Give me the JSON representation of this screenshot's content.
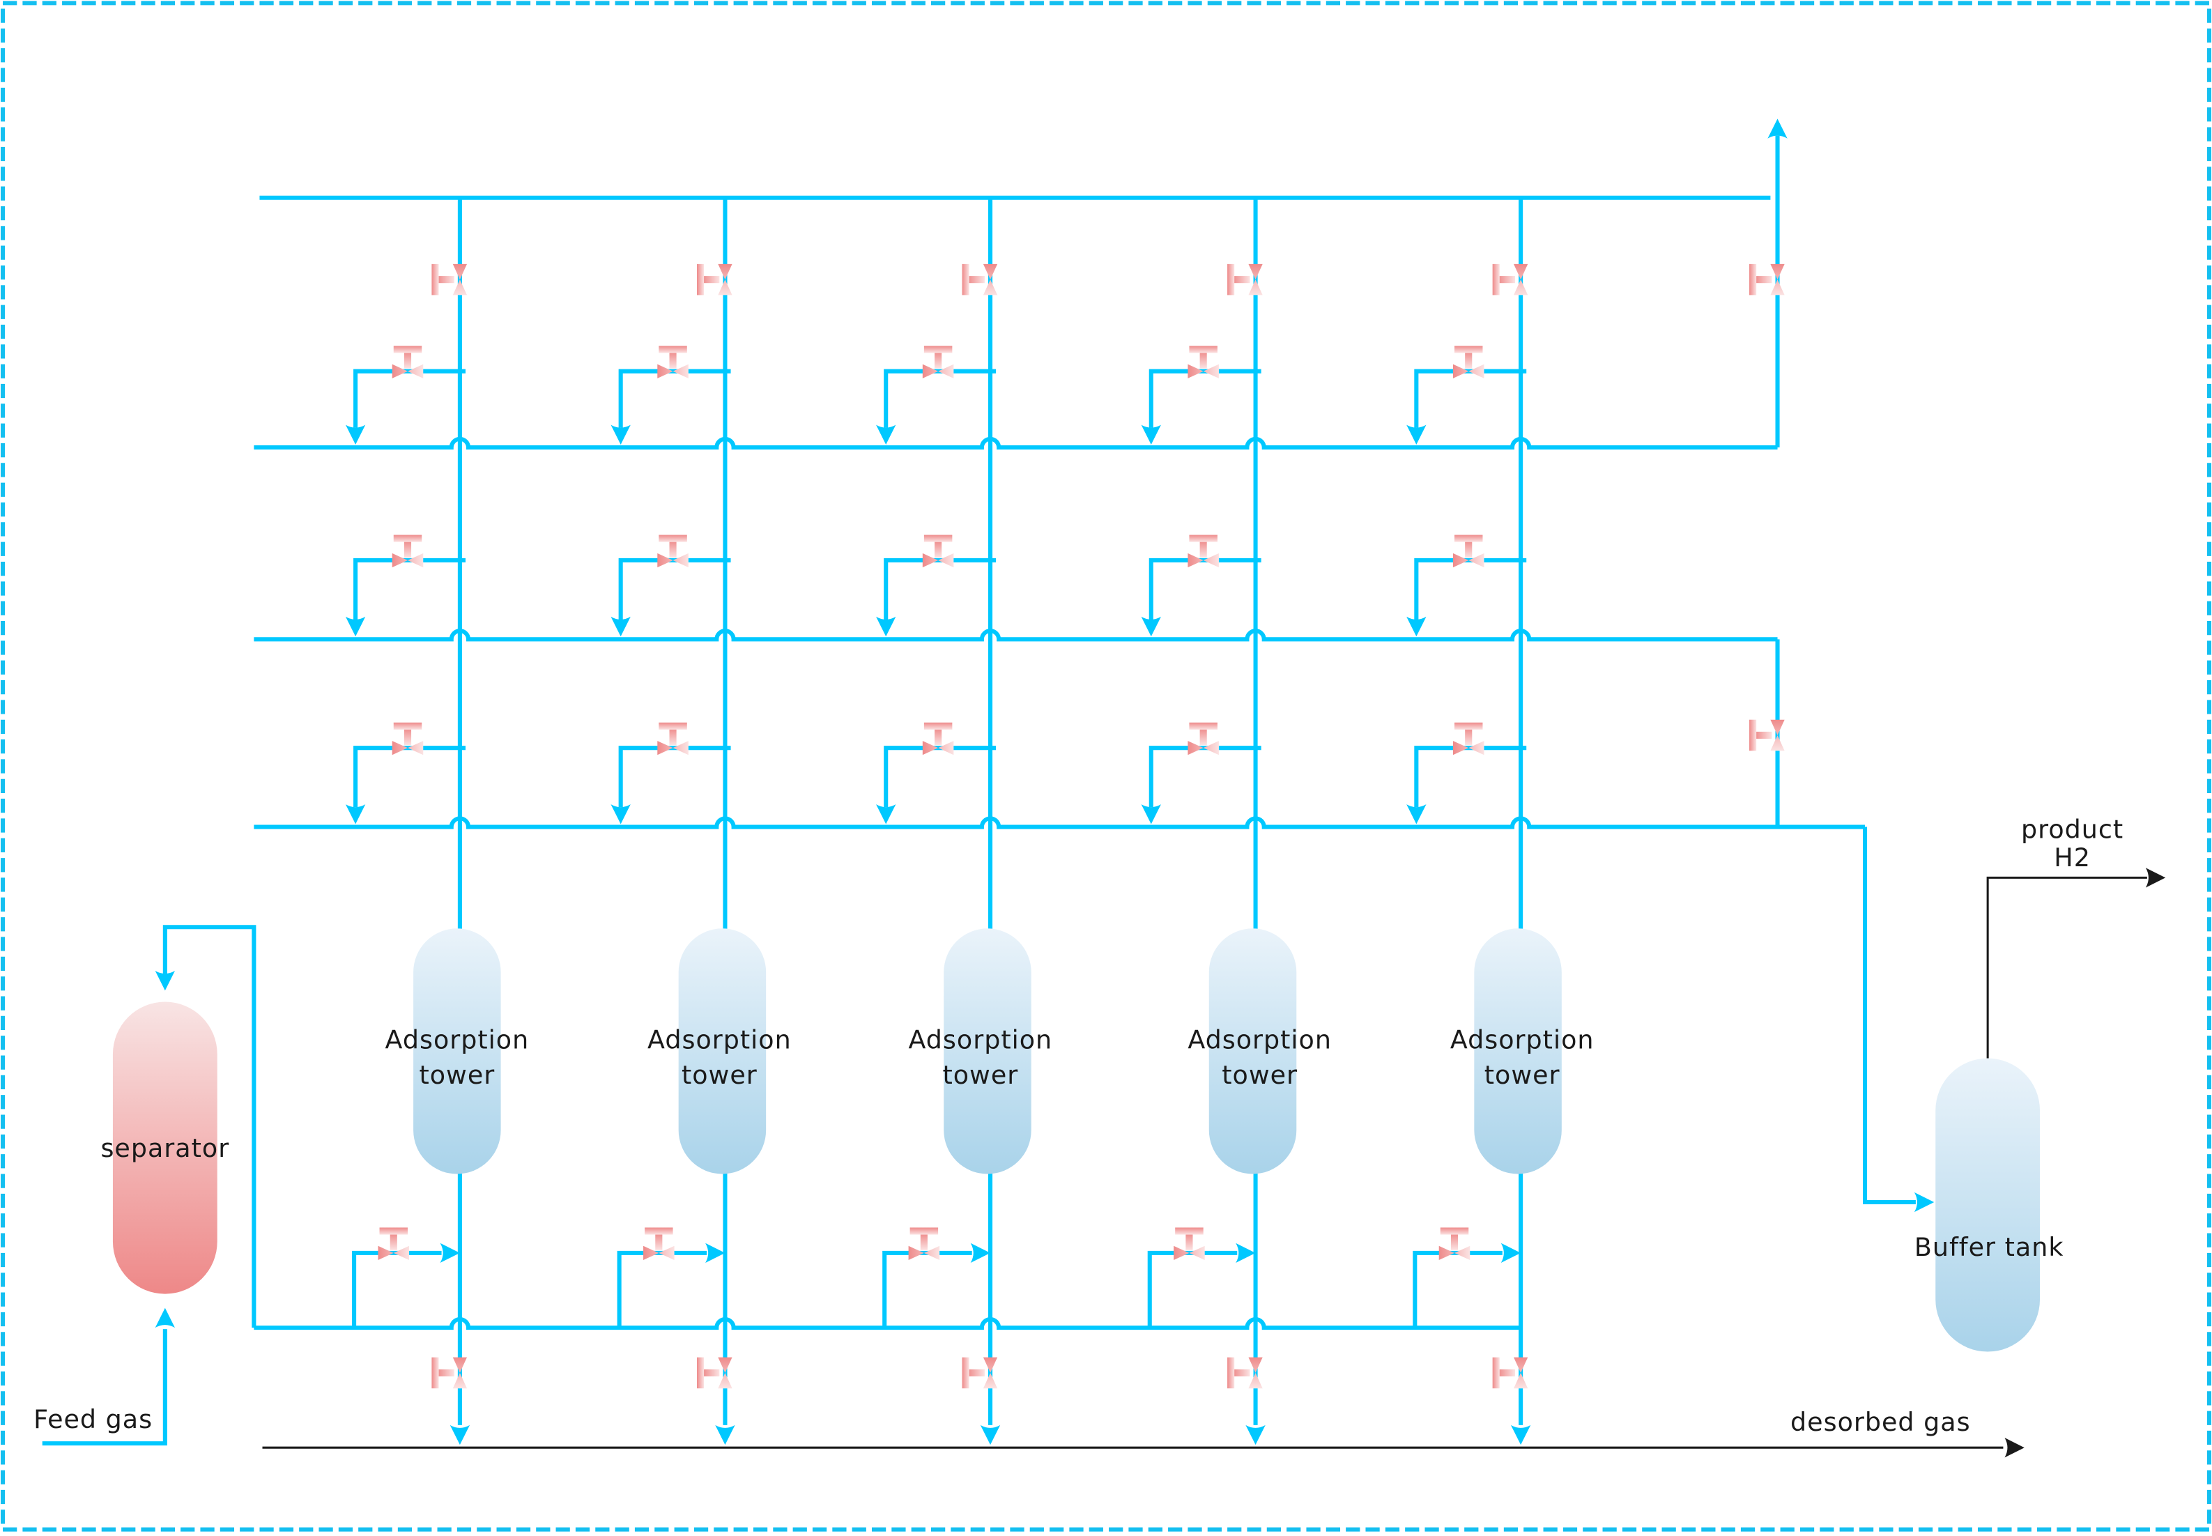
{
  "title": "PSA hydrogen purification process flow diagram",
  "colors": {
    "pipe": "#00c8ff",
    "frame": "#14bff0",
    "valve_dark": "#ee8a8a",
    "valve_light": "#fbe3e3",
    "tower_top": "#eaf3fa",
    "tower_bottom": "#a9d3ea",
    "separator_top": "#f8e4e4",
    "separator_bottom": "#ee8888",
    "text": "#1a1a1a",
    "product_line": "#1a1a1a"
  },
  "equipment": {
    "separator": {
      "label": "separator"
    },
    "towers": [
      {
        "label_line1": "Adsorption",
        "label_line2": "tower"
      },
      {
        "label_line1": "Adsorption",
        "label_line2": "tower"
      },
      {
        "label_line1": "Adsorption",
        "label_line2": "tower"
      },
      {
        "label_line1": "Adsorption",
        "label_line2": "tower"
      },
      {
        "label_line1": "Adsorption",
        "label_line2": "tower"
      }
    ],
    "buffer_tank": {
      "label": "Buffer tank"
    }
  },
  "streams": {
    "feed_gas": "Feed gas",
    "desorbed_gas": "desorbed gas",
    "product_line1": "product",
    "product_line2": "H2"
  },
  "counts": {
    "towers": 5,
    "equalization_headers": 3
  }
}
